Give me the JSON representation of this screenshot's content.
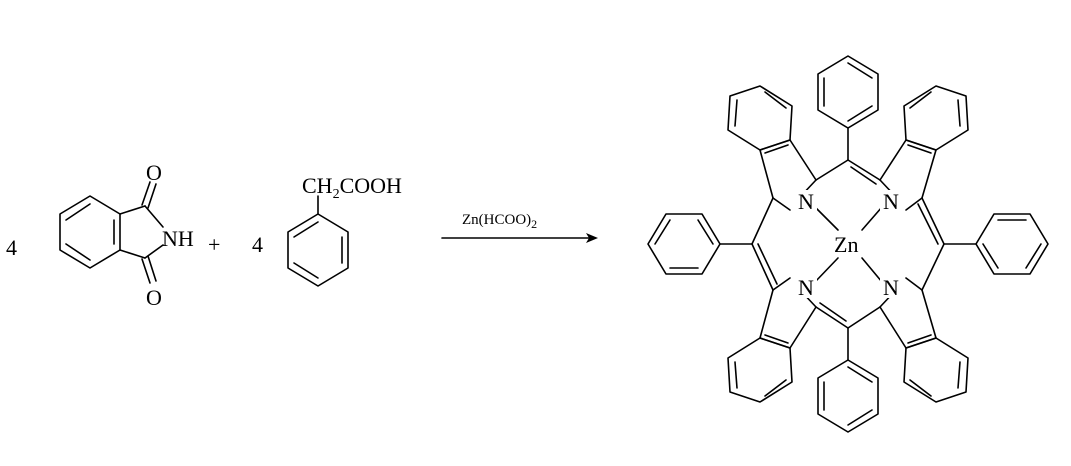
{
  "reaction": {
    "coefficient_1": "4",
    "coefficient_2": "4",
    "plus": "+",
    "phthalimide": {
      "o_top": "O",
      "o_bottom": "O",
      "nh": "NH"
    },
    "phenylacetic_acid": {
      "ch": "CH",
      "sub": "2",
      "cooh": "COOH"
    },
    "reagent": {
      "main": "Zn(HCOO)",
      "sub": "2"
    },
    "product": {
      "n1": "N",
      "n2": "N",
      "n3": "N",
      "n4": "N",
      "metal": "Zn"
    }
  }
}
